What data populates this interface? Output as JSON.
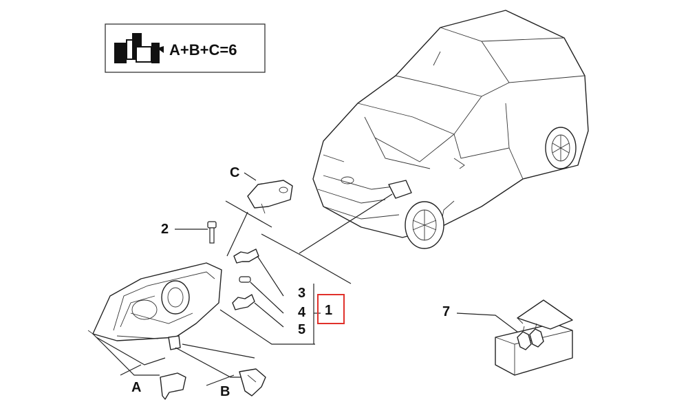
{
  "formula_box": {
    "text": "A+B+C=6"
  },
  "callouts": {
    "c": "C",
    "n2": "2",
    "n3": "3",
    "n4": "4",
    "n5": "5",
    "n1": "1",
    "n7": "7",
    "a": "A",
    "b": "B"
  },
  "colors": {
    "highlight": "#e0302a",
    "line": "#222222"
  }
}
